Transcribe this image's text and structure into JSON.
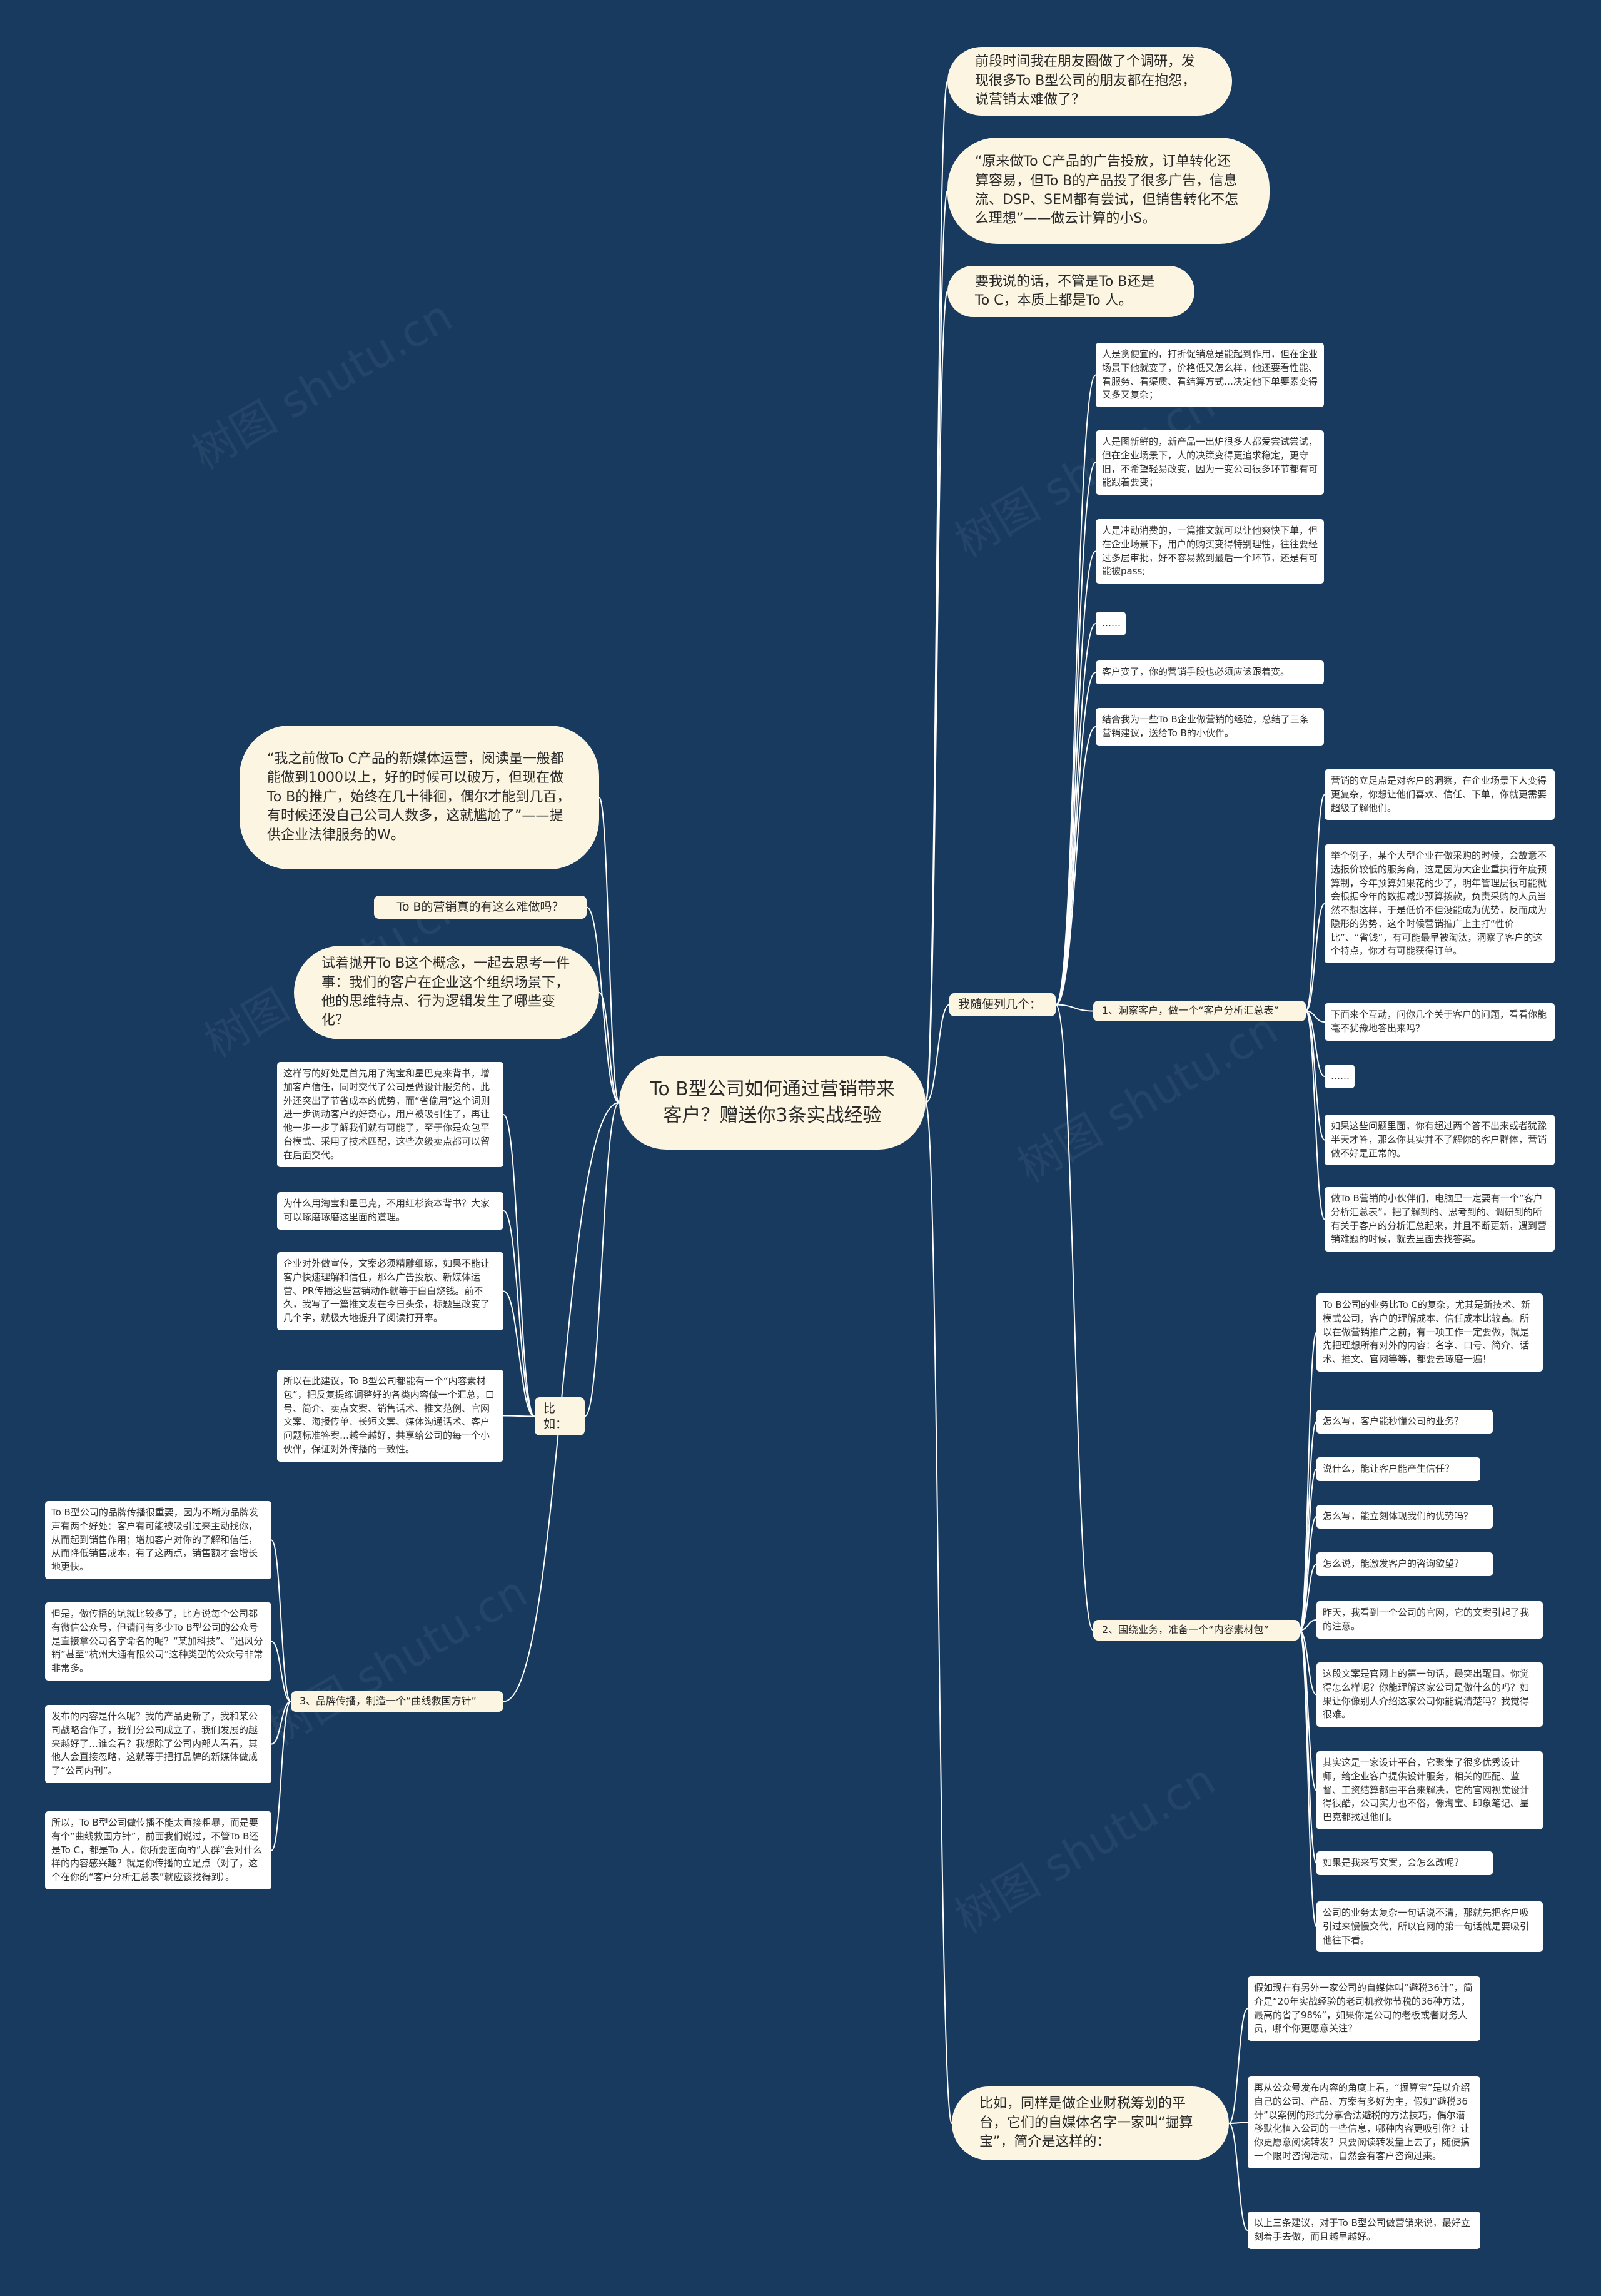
{
  "root": {
    "text": "To B型公司如何通过营销带来客户？赠送你3条实战经验"
  },
  "right_top": [
    "前段时间我在朋友圈做了个调研，发现很多To B型公司的朋友都在抱怨，说营销太难做了？",
    "“原来做To C产品的广告投放，订单转化还算容易，但To B的产品投了很多广告，信息流、DSP、SEM都有尝试，但销售转化不怎么理想”——做云计算的小S。",
    "要我说的话，不管是To B还是To C，本质上都是To 人。"
  ],
  "right_top_notes": [
    "人是贪便宜的，打折促销总是能起到作用，但在企业场景下他就变了，价格低又怎么样，他还要看性能、看服务、看渠质、看结算方式…决定他下单要素变得又多又复杂；",
    "人是图新鲜的，新产品一出炉很多人都爱尝试尝试，但在企业场景下，人的决策变得更追求稳定，更守旧，不希望轻易改变，因为一变公司很多环节都有可能跟着要变；",
    "人是冲动消费的，一篇推文就可以让他爽快下单，但在企业场景下，用户的购买变得特别理性，往往要经过多层审批，好不容易熬到最后一个环节，还是有可能被pass;",
    "……",
    "客户变了，你的营销手段也必须应该跟着变。",
    "结合我为一些To B企业做营销的经验，总结了三条营销建议，送给To B的小伙伴。"
  ],
  "left_top": [
    "“我之前做To C产品的新媒体运营，阅读量一般都能做到1000以上，好的时候可以破万，但现在做To B的推广，始终在几十徘徊，偶尔才能到几百，有时候还没自己公司人数多，这就尴尬了”——提供企业法律服务的W。",
    "To B的营销真的有这么难做吗？",
    "试着抛开To B这个概念，一起去思考一件事：我们的客户在企业这个组织场景下，他的思维特点、行为逻辑发生了哪些变化？"
  ],
  "branch_few": {
    "label": "我随便列几个："
  },
  "point1": {
    "label": "1、洞察客户，做一个“客户分析汇总表”",
    "notes": [
      "营销的立足点是对客户的洞察，在企业场景下人变得更复杂，你想让他们喜欢、信任、下单，你就更需要超级了解他们。",
      "举个例子，某个大型企业在做采购的时候，会故意不选报价较低的服务商，这是因为大企业重执行年度预算制，今年预算如果花的少了，明年管理层很可能就会根据今年的数据减少预算拨款，负责采购的人员当然不想这样，于是低价不但没能成为优势，反而成为隐形的劣势，这个时候营销推广上主打“性价比”、“省钱”，有可能最早被淘汰，洞察了客户的这个特点，你才有可能获得订单。",
      "下面来个互动，问你几个关于客户的问题，看看你能毫不犹豫地答出来吗？",
      "……",
      "如果这些问题里面，你有超过两个答不出来或者犹豫半天才答，那么你其实并不了解你的客户群体，营销做不好是正常的。",
      "做To B营销的小伙伴们，电脑里一定要有一个“客户分析汇总表”，把了解到的、思考到的、调研到的所有关于客户的分析汇总起来，并且不断更新，遇到营销难题的时候，就去里面去找答案。"
    ]
  },
  "point2": {
    "label": "2、围绕业务，准备一个“内容素材包”",
    "notes": [
      "To B公司的业务比To C的复杂，尤其是新技术、新模式公司，客户的理解成本、信任成本比较高。所以在做营销推广之前，有一项工作一定要做，就是先把理想所有对外的内容：名字、口号、简介、话术、推文、官网等等，都要去琢磨一遍！",
      "怎么写，客户能秒懂公司的业务？",
      "说什么，能让客户能产生信任？",
      "怎么写，能立刻体现我们的优势吗？",
      "怎么说，能激发客户的咨询欲望？",
      "昨天，我看到一个公司的官网，它的文案引起了我的注意。",
      "这段文案是官网上的第一句话，最突出醒目。你觉得怎么样呢？你能理解这家公司是做什么的吗？如果让你像别人介绍这家公司你能说清楚吗？我觉得很难。",
      "其实这是一家设计平台，它聚集了很多优秀设计师，给企业客户提供设计服务，相关的匹配、监督、工资结算都由平台来解决，它的官网视觉设计得很酷，公司实力也不俗，像淘宝、印象笔记、星巴克都找过他们。",
      "如果是我来写文案，会怎么改呢？",
      "公司的业务太复杂一句话说不清，那就先把客户吸引过来慢慢交代，所以官网的第一句话就是要吸引他往下看。"
    ]
  },
  "left_example": {
    "label": "比如：",
    "notes": [
      "这样写的好处是首先用了淘宝和星巴克来背书，增加客户信任，同时交代了公司是做设计服务的，此外还突出了节省成本的优势，而“省偷用”这个词则进一步调动客户的好奇心，用户被吸引住了，再让他一步一步了解我们就有可能了，至于你是众包平台模式、采用了技术匹配，这些次级卖点都可以留在后面交代。",
      "为什么用淘宝和星巴克，不用红杉资本背书？大家可以琢磨琢磨这里面的道理。",
      "企业对外做宣传，文案必须精雕细琢，如果不能让客户快速理解和信任，那么广告投放、新媒体运营、PR传播这些营销动作就等于白白烧钱。前不久，我写了一篇推文发在今日头条，标题里改变了几个字，就极大地提升了阅读打开率。",
      "所以在此建议，To B型公司都能有一个“内容素材包”，把反复提练调整好的各类内容做一个汇总，口号、简介、卖点文案、销售话术、推文范例、官网文案、海报传单、长短文案、媒体沟通话术、客户问题标准答案…越全越好，共享给公司的每一个小伙伴，保证对外传播的一致性。"
    ]
  },
  "point3": {
    "label": "3、品牌传播，制造一个“曲线救国方针”",
    "notes": [
      "To B型公司的品牌传播很重要，因为不断为品牌发声有两个好处：客户有可能被吸引过来主动找你，从而起到销售作用；增加客户对你的了解和信任，从而降低销售成本，有了这两点，销售额才会增长地更快。",
      "但是，做传播的坑就比较多了，比方说每个公司都有微信公众号，但请问有多少To B型公司的公众号是直接拿公司名字命名的呢？“某加科技”、“迅风分销”甚至“杭州大通有限公司”这种类型的公众号非常非常多。",
      "发布的内容是什么呢？我的产品更新了，我和某公司战略合作了，我们分公司成立了，我们发展的越来越好了…谁会看？我想除了公司内部人看看，其他人会直接忽略，这就等于把打品牌的新媒体做成了“公司内刊”。",
      "所以，To B型公司做传播不能太直接粗暴，而是要有个“曲线救国方针”，前面我们说过，不管To B还是To C，都是To 人，你所要面向的“人群”会对什么样的内容感兴趣？就是你传播的立足点（对了，这个在你的“客户分析汇总表”就应该找得到）。"
    ]
  },
  "bottom": {
    "label": "比如，同样是做企业财税筹划的平台，它们的自媒体名字一家叫“掘算宝”，简介是这样的：",
    "notes": [
      "假如现在有另外一家公司的自媒体叫“避税36计”，简介是“20年实战经验的老司机教你节税的36种方法，最高的省了98%”，如果你是公司的老板或者财务人员，哪个你更愿意关注？",
      "再从公众号发布内容的角度上看，“掘算宝”是以介绍自己的公司、产品、方案有多好为主，假如“避税36计”以案例的形式分享合法避税的方法技巧，偶尔潜移默化植入公司的一些信息，哪种内容更吸引你？让你更愿意阅读转发？只要阅读转发量上去了，随便搞一个限时咨询活动，自然会有客户咨询过来。",
      "以上三条建议，对于To B型公司做营销来说，最好立刻着手去做，而且越早越好。"
    ]
  },
  "colors": {
    "background": "#173a5e",
    "node_fill": "#fbf5e1",
    "note_fill": "#ffffff",
    "edge": "#ffffff"
  }
}
